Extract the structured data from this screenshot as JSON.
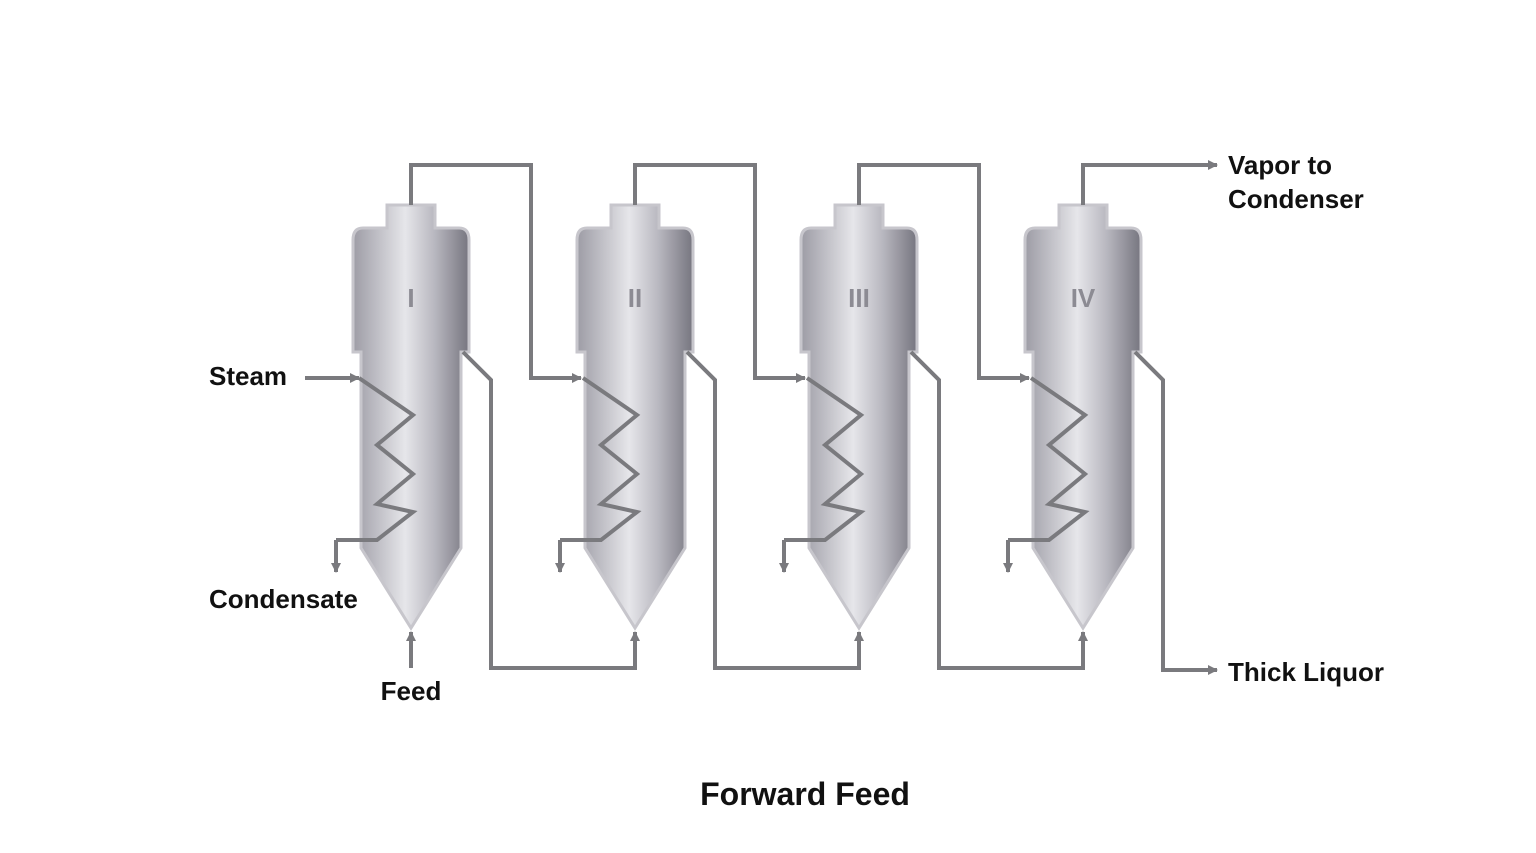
{
  "title": "Forward Feed",
  "effects": [
    {
      "numeral": "I"
    },
    {
      "numeral": "II"
    },
    {
      "numeral": "III"
    },
    {
      "numeral": "IV"
    }
  ],
  "labels": {
    "steam": "Steam",
    "condensate": "Condensate",
    "feed": "Feed",
    "vapor_line1": "Vapor to",
    "vapor_line2": "Condenser",
    "thick_liquor": "Thick Liquor"
  },
  "colors": {
    "pipe": "#7a7a7e",
    "vessel_light": "#e4e4e8",
    "vessel_dark": "#76757f",
    "numeral": "#8c8b93",
    "text": "#111111"
  }
}
